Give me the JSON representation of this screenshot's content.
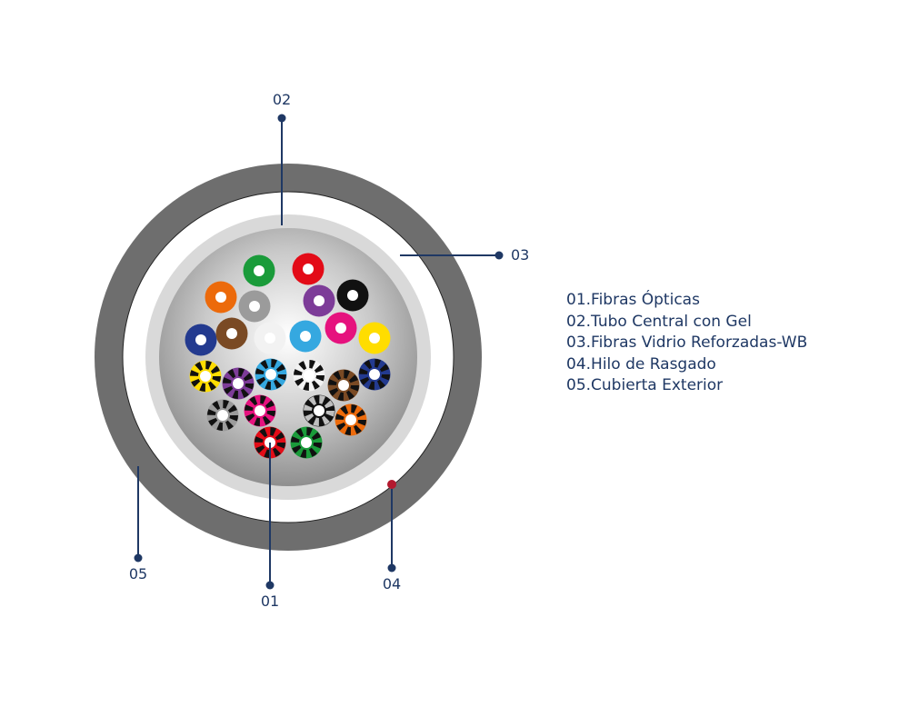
{
  "colors": {
    "jacket": "#6e6e6e",
    "leader": "#1f3864",
    "ripcord": "#b3192e",
    "tube": "#d9d9d9",
    "gel_center": "#ffffff",
    "gel_edge": "#8a8a8a"
  },
  "callouts": [
    {
      "id": "01",
      "label": "01"
    },
    {
      "id": "02",
      "label": "02"
    },
    {
      "id": "03",
      "label": "03"
    },
    {
      "id": "04",
      "label": "04"
    },
    {
      "id": "05",
      "label": "05"
    }
  ],
  "legend": [
    "01.Fibras Ópticas",
    "02.Tubo Central con Gel",
    "03.Fibras Vidrio Reforzadas-WB",
    "04.Hilo de Rasgado",
    "05.Cubierta Exterior"
  ],
  "fibers_solid": [
    {
      "name": "green",
      "color": "#1a9b3a"
    },
    {
      "name": "red",
      "color": "#e30b17"
    },
    {
      "name": "orange",
      "color": "#ec6a0b"
    },
    {
      "name": "grey",
      "color": "#9b9b9b"
    },
    {
      "name": "violet",
      "color": "#7d3c98"
    },
    {
      "name": "black",
      "color": "#111111"
    },
    {
      "name": "blue",
      "color": "#233a8f"
    },
    {
      "name": "brown",
      "color": "#7a4a24"
    },
    {
      "name": "white",
      "color": "#f2f2f2"
    },
    {
      "name": "aqua",
      "color": "#35a8e0"
    },
    {
      "name": "rose",
      "color": "#e6127e"
    },
    {
      "name": "yellow",
      "color": "#ffdd00"
    }
  ],
  "fibers_striped": [
    {
      "name": "yellow-striped",
      "color": "#ffdd00"
    },
    {
      "name": "violet-striped",
      "color": "#7d3c98"
    },
    {
      "name": "aqua-striped",
      "color": "#35a8e0"
    },
    {
      "name": "white-striped",
      "color": "#f2f2f2"
    },
    {
      "name": "brown-striped",
      "color": "#7a4a24"
    },
    {
      "name": "blue-striped",
      "color": "#233a8f"
    },
    {
      "name": "grey-striped",
      "color": "#9b9b9b"
    },
    {
      "name": "rose-striped",
      "color": "#e6127e"
    },
    {
      "name": "black-striped",
      "color": "#111111"
    },
    {
      "name": "orange-striped",
      "color": "#ec6a0b"
    },
    {
      "name": "red-striped",
      "color": "#e30b17"
    },
    {
      "name": "green-striped",
      "color": "#1a9b3a"
    }
  ]
}
